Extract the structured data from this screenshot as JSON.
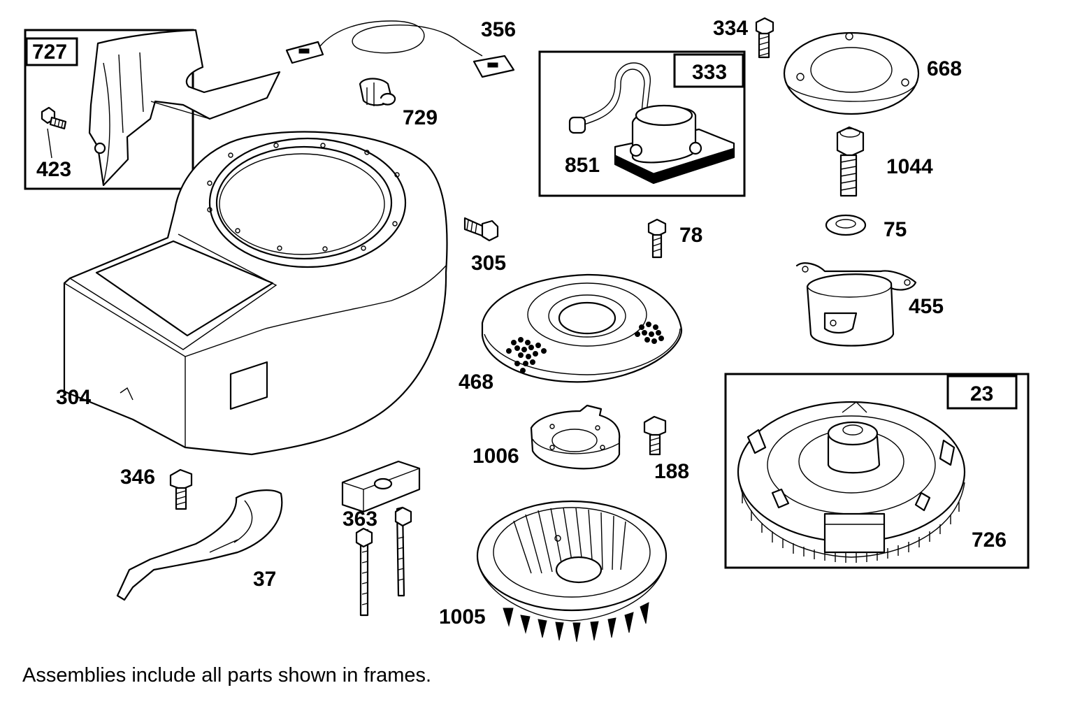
{
  "diagram": {
    "frames": [
      {
        "id": "727"
      },
      {
        "id": "333"
      },
      {
        "id": "23"
      }
    ],
    "parts": [
      {
        "number": "727"
      },
      {
        "number": "423"
      },
      {
        "number": "356"
      },
      {
        "number": "729"
      },
      {
        "number": "304"
      },
      {
        "number": "305"
      },
      {
        "number": "333"
      },
      {
        "number": "851"
      },
      {
        "number": "334"
      },
      {
        "number": "668"
      },
      {
        "number": "1044"
      },
      {
        "number": "75"
      },
      {
        "number": "455"
      },
      {
        "number": "78"
      },
      {
        "number": "468"
      },
      {
        "number": "1006"
      },
      {
        "number": "188"
      },
      {
        "number": "23"
      },
      {
        "number": "726"
      },
      {
        "number": "346"
      },
      {
        "number": "37"
      },
      {
        "number": "363"
      },
      {
        "number": "1005"
      }
    ],
    "footnote": "Assemblies include all parts shown in frames."
  }
}
